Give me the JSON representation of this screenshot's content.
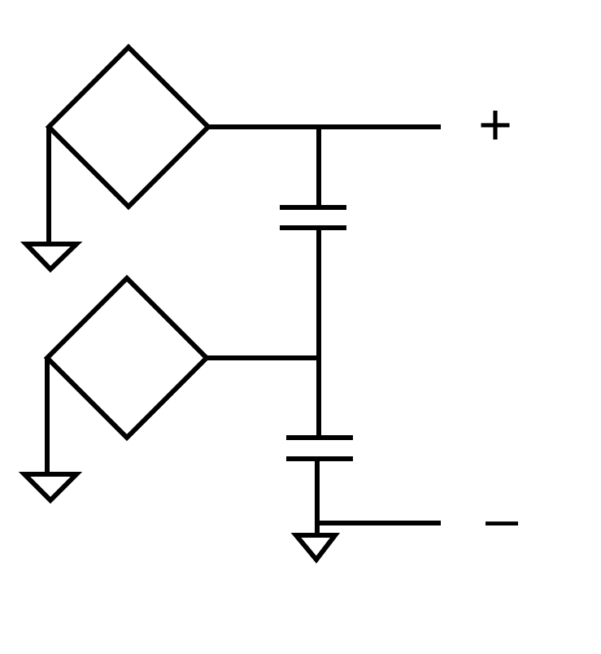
{
  "diagram": {
    "colors": {
      "stroke": "#000000",
      "background": "#ffffff"
    },
    "terminals": {
      "positive_label": "+",
      "negative_label": "–"
    },
    "components": [
      {
        "name": "dependent-source-top",
        "icon": "diamond-source-icon"
      },
      {
        "name": "dependent-source-bottom",
        "icon": "diamond-source-icon"
      },
      {
        "name": "capacitor-top",
        "icon": "capacitor-icon"
      },
      {
        "name": "capacitor-bottom",
        "icon": "capacitor-icon"
      },
      {
        "name": "ground",
        "icon": "ground-icon",
        "count": 3
      }
    ]
  }
}
